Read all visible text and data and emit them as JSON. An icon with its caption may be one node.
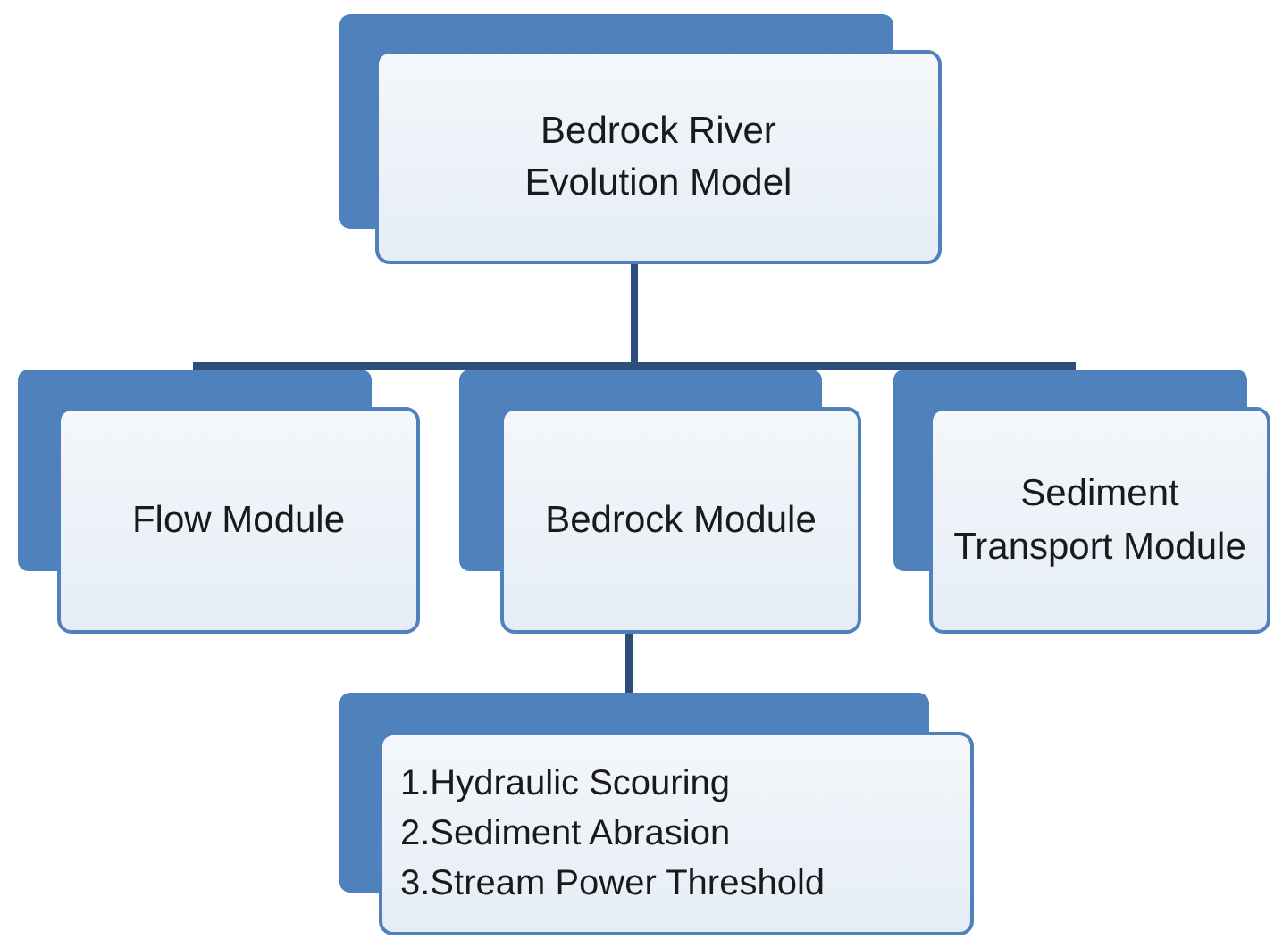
{
  "diagram": {
    "nodes": [
      {
        "text": [
          "Bedrock River Evolution Model"
        ]
      },
      {
        "text": [
          "Flow Module"
        ]
      },
      {
        "text": [
          "Bedrock Module"
        ]
      },
      {
        "text": [
          "Sediment Transport Module"
        ]
      },
      {
        "text": [
          "1.Hydraulic Scouring",
          "2.Sediment Abrasion",
          "3.Stream Power Threshold"
        ]
      }
    ],
    "edges": [
      {
        "from": 0,
        "to": 1,
        "arrow": "none"
      },
      {
        "from": 0,
        "to": 2,
        "arrow": "none"
      },
      {
        "from": 0,
        "to": 3,
        "arrow": "none"
      },
      {
        "from": 2,
        "to": 4,
        "arrow": "none"
      }
    ]
  }
}
